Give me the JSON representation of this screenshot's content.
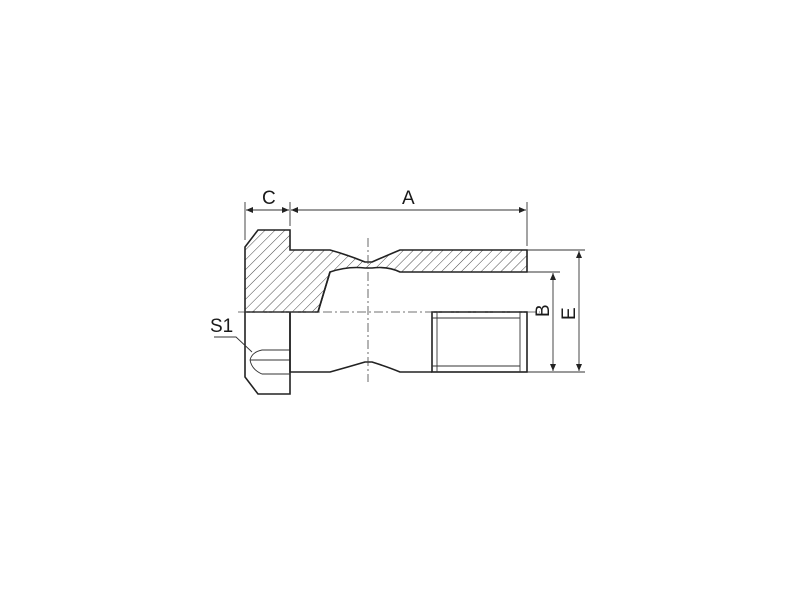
{
  "diagram": {
    "dimension_labels": {
      "c": "C",
      "a": "A",
      "b": "B",
      "e": "E",
      "s1": "S1"
    },
    "line_color": "#222222",
    "hatch_color": "#333333"
  }
}
